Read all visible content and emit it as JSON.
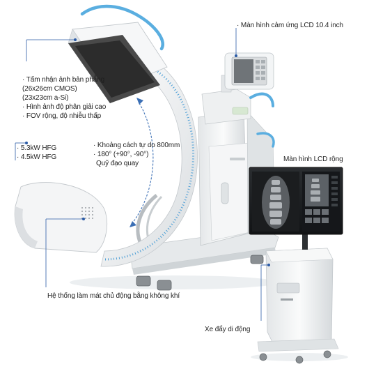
{
  "annotations": {
    "lcd_touch": "· Màn hình cảm ứng LCD 10.4 inch",
    "flat_panel": [
      "· Tấm nhận ảnh bản phẳng",
      "(26x26cm CMOS)",
      "(23x23cm a-Si)",
      "· Hình ảnh độ phân giải cao",
      "· FOV rộng, độ nhiễu thấp"
    ],
    "distance_rotation": [
      "· Khoảng cách tự do 800mm",
      "· 180° (+90°, -90°)",
      "Quỹ đạo quay"
    ],
    "generator": [
      "· 5.3kW HFG",
      "· 4.5kW HFG"
    ],
    "wide_lcd": "Màn hình LCD rộng",
    "cooling": "Hệ thống làm mát chủ động bằng không khí",
    "mobile_cart": "Xe đẩy di động"
  },
  "colors": {
    "accent_blue": "#5aaee0",
    "leader_line": "#2a5aa5",
    "body_white": "#f1f3f4",
    "shadow_gray": "#c9ced2",
    "detector_dark": "#3a3a3a"
  }
}
